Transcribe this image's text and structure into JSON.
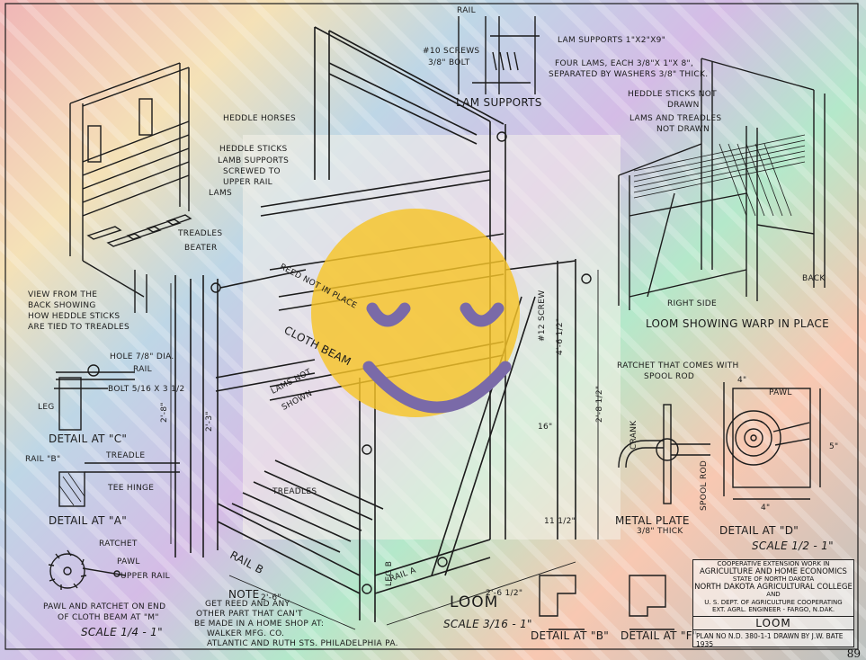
{
  "colors": {
    "paper": "#f4efe6",
    "ink": "#1b1b1b",
    "smiley": "#f6c428",
    "smiley_features": "#7a6aa8",
    "background_swatches": [
      "#e84a5f",
      "#5aa9e6",
      "#f6c85f",
      "#9b5de5",
      "#3ddc97",
      "#ff7f50",
      "#4f6d7a",
      "#c70039"
    ]
  },
  "labels": {
    "heddle_horses": "HEDDLE HORSES",
    "heddle_sticks": "HEDDLE STICKS",
    "lamb_supports_1": "LAMB SUPPORTS",
    "lamb_supports_2": "SCREWED TO",
    "lamb_supports_3": "UPPER RAIL",
    "lams": "LAMS",
    "treadles": "TREADLES",
    "beater": "BEATER",
    "view_back_1": "VIEW FROM THE",
    "view_back_2": "BACK SHOWING",
    "view_back_3": "HOW HEDDLE STICKS",
    "view_back_4": "ARE TIED TO TREADLES",
    "hole": "HOLE 7/8\" DIA.",
    "rail": "RAIL",
    "bolt": "BOLT 5/16 x 3 1/2",
    "leg": "LEG",
    "detail_c": "DETAIL AT \"C\"",
    "rail_b": "RAIL \"B\"",
    "treadle": "TREADLE",
    "tee_hinge": "TEE HINGE",
    "detail_a": "DETAIL AT \"A\"",
    "ratchet": "RATCHET",
    "pawl": "PAWL",
    "upper_rail": "UPPER RAIL",
    "pawl_ratchet_1": "PAWL AND RATCHET ON END",
    "pawl_ratchet_2": "OF CLOTH BEAM AT \"M\"",
    "scale_small": "SCALE 1/4 - 1\"",
    "note_title": "NOTE",
    "note_1": "GET REED AND ANY",
    "note_2": "OTHER PART THAT CAN'T",
    "note_3": "BE MADE IN A HOME SHOP AT:",
    "note_4": "WALKER MFG. CO.",
    "note_5": "ATLANTIC AND RUTH STS. PHILADELPHIA PA.",
    "loom_big": "LOOM",
    "loom_scale": "SCALE 3/16 - 1\"",
    "detail_b": "DETAIL AT \"B\"",
    "detail_f": "DETAIL AT \"F\"",
    "rail_top": "RAIL",
    "screws_10": "#10 SCREWS",
    "bolt_38": "3/8\" BOLT",
    "lam_supports_dim": "LAM SUPPORTS 1\"x2\"x9\"",
    "four_lams": "FOUR LAMS, EACH 3/8\"x 1\"x 8\",",
    "separated": "SEPARATED BY WASHERS 3/8\" THICK.",
    "lam_supports": "LAM SUPPORTS",
    "heddle_not_drawn_1": "HEDDLE STICKS NOT",
    "heddle_not_drawn_2": "DRAWN",
    "lams_treadles_1": "LAMS AND TREADLES",
    "lams_treadles_2": "NOT DRAWN",
    "back": "BACK",
    "right_side": "RIGHT SIDE",
    "loom_warp": "LOOM SHOWING WARP IN PLACE",
    "ratchet_spool_1": "RATCHET THAT COMES WITH",
    "ratchet_spool_2": "SPOOL ROD",
    "crank": "CRANK",
    "spool_rod": "SPOOL ROD",
    "metal_plate_1": "METAL PLATE",
    "metal_plate_2": "3/8\" THICK",
    "detail_d": "DETAIL AT \"D\"",
    "scale_d": "SCALE 1/2 - 1\"",
    "reed": "REED NOT IN PLACE",
    "cloth_beam": "CLOTH BEAM",
    "lams_not_shown_1": "LAMS NOT",
    "lams_not_shown_2": "SHOWN",
    "treadles_main": "TREADLES",
    "rail_b_main": "RAIL B",
    "rail_a_main": "RAIL A",
    "leg_b": "LEG B",
    "screw_12": "#12 SCREW",
    "pawl_d": "PAWL"
  },
  "dimensions": {
    "d1": "2'-8\"",
    "d2": "2'-6\"",
    "d3": "2'-8 1/2\"",
    "d4": "2'-3\"",
    "d5": "4'-6 1/2\"",
    "d6": "2'-6 1/2\"",
    "d7": "11 1/2\"",
    "d8": "16\"",
    "d9": "5\"",
    "d10": "4\"",
    "d11": "4\""
  },
  "title_block": {
    "line1": "COOPERATIVE EXTENSION WORK IN",
    "line2": "AGRICULTURE AND HOME ECONOMICS",
    "line3": "STATE OF NORTH DAKOTA",
    "line4": "NORTH DAKOTA AGRICULTURAL COLLEGE",
    "line5": "AND",
    "line6": "U. S. DEPT. OF AGRICULTURE COOPERATING",
    "line7": "EXT. AGRL. ENGINEER - FARGO, N.DAK.",
    "title": "LOOM",
    "plan": "PLAN NO N.D. 380-1-1 DRAWN BY J.W. BATE 1935"
  },
  "page_number": "89"
}
